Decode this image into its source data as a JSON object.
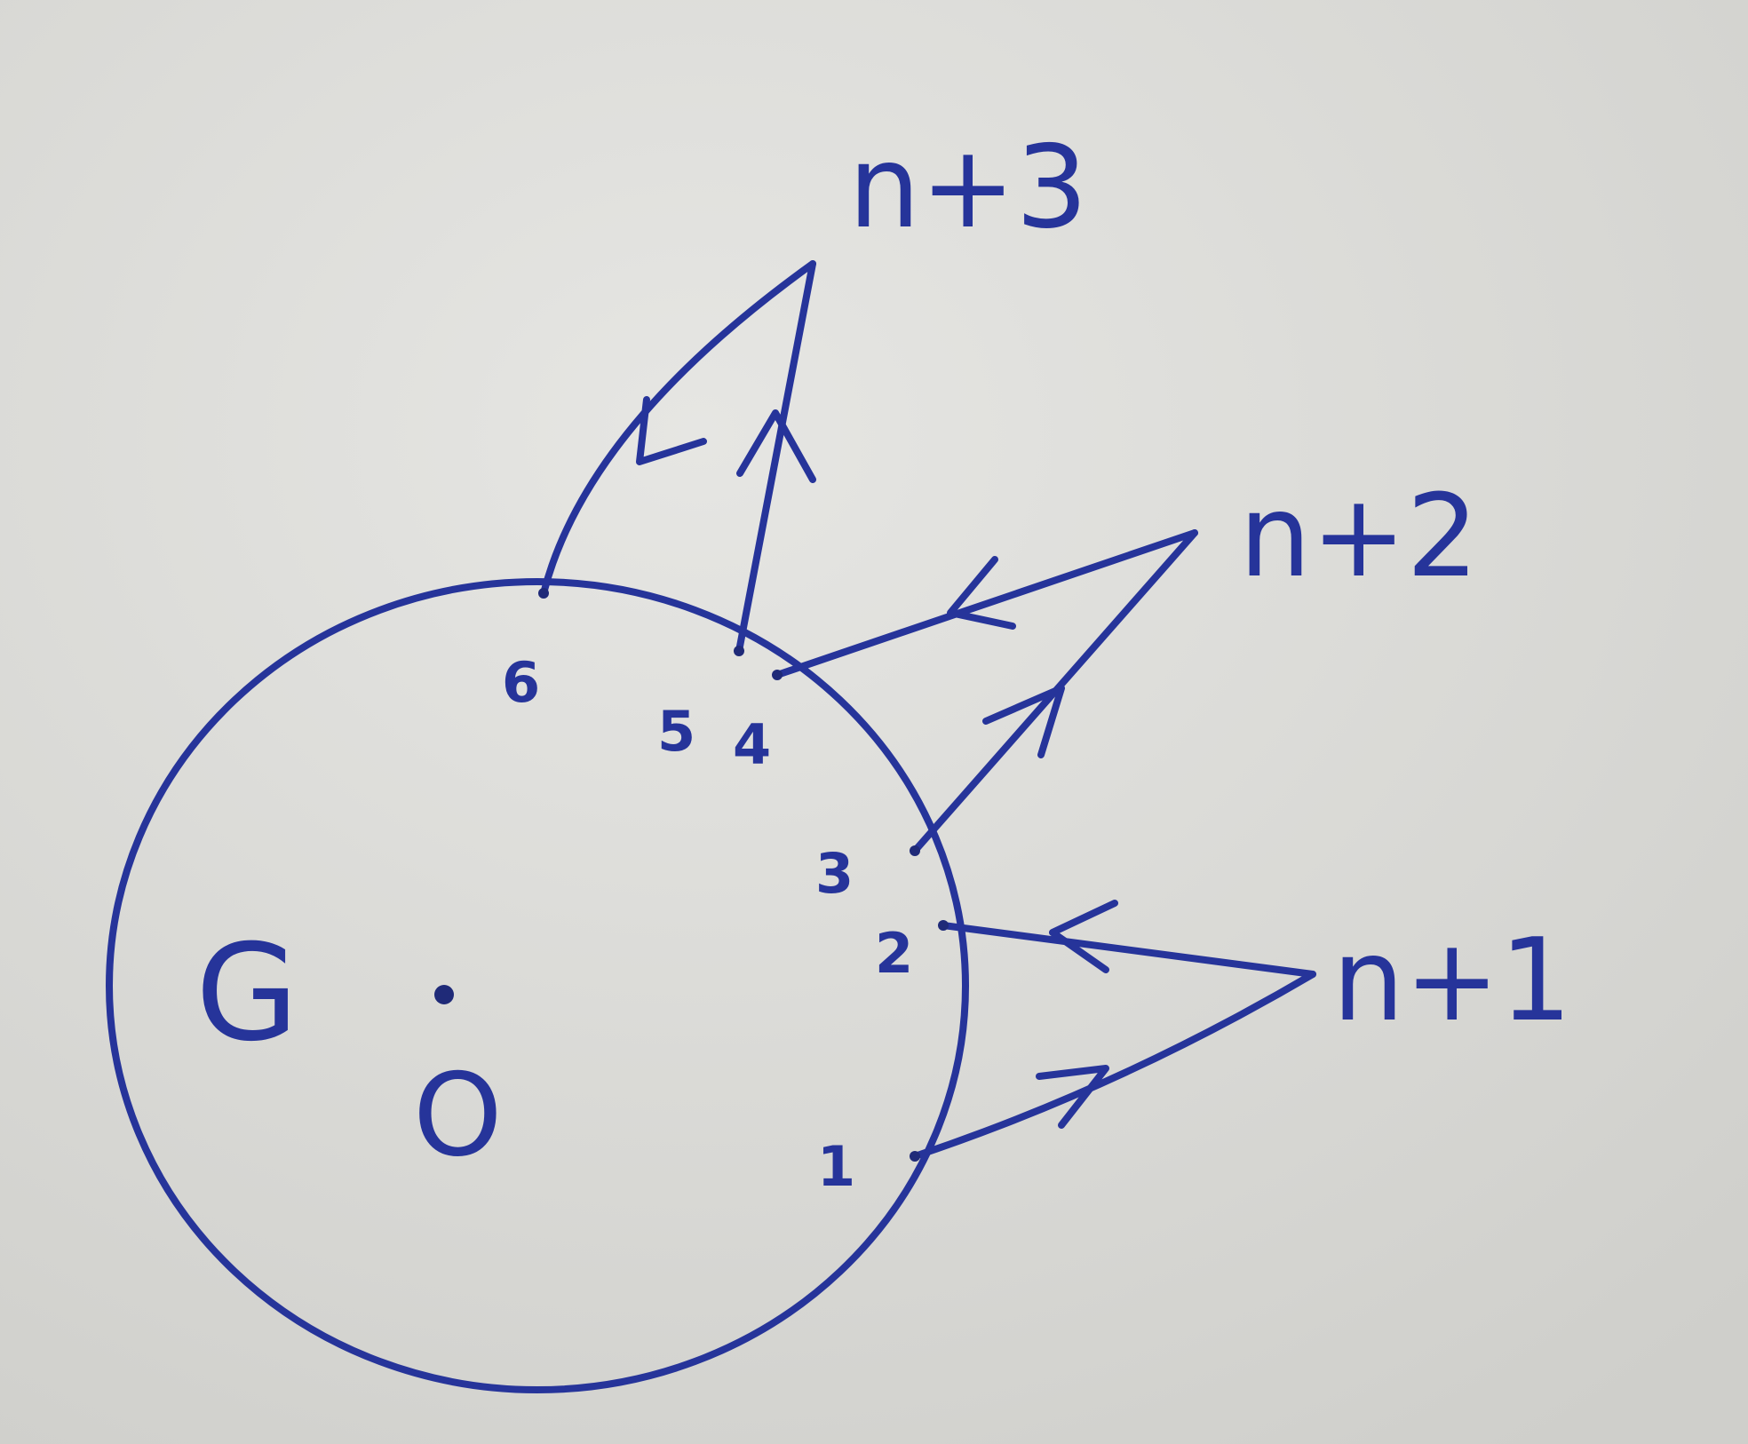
{
  "diagram": {
    "graph_label": "G",
    "center_label": "O",
    "boundary_vertices": [
      "1",
      "2",
      "3",
      "4",
      "5",
      "6"
    ],
    "outer_vertices": [
      "n+1",
      "n+2",
      "n+3"
    ],
    "ink_color": "#26349a",
    "paper_color": "#d9d9d6"
  }
}
